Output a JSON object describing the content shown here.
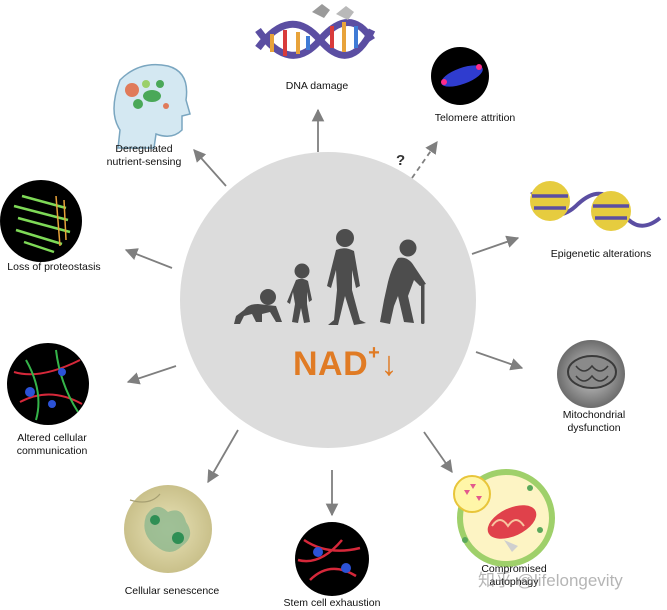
{
  "center": {
    "title_main": "NAD",
    "title_sup": "+",
    "title_arrow": "↓",
    "question_mark": "?"
  },
  "hallmarks": {
    "dna_damage": "DNA damage",
    "telomere_attrition": "Telomere attrition",
    "epigenetic_alterations": "Epigenetic alterations",
    "mitochondrial_line1": "Mitochondrial",
    "mitochondrial_line2": "dysfunction",
    "autophagy_line1": "Compromised",
    "autophagy_line2": "autophagy",
    "stem_cell": "Stem cell exhaustion",
    "senescence": "Cellular senescence",
    "communication_line1": "Altered cellular",
    "communication_line2": "communication",
    "proteostasis": "Loss of proteostasis",
    "nutrient_line1": "Deregulated",
    "nutrient_line2": "nutrient-sensing"
  },
  "watermark": "知乎 @lifelongevity",
  "colors": {
    "circle_fill": "#dcdcdc",
    "silhouette": "#4d4d4d",
    "accent_orange": "#e07b24",
    "arrow": "#7f7f7f"
  }
}
